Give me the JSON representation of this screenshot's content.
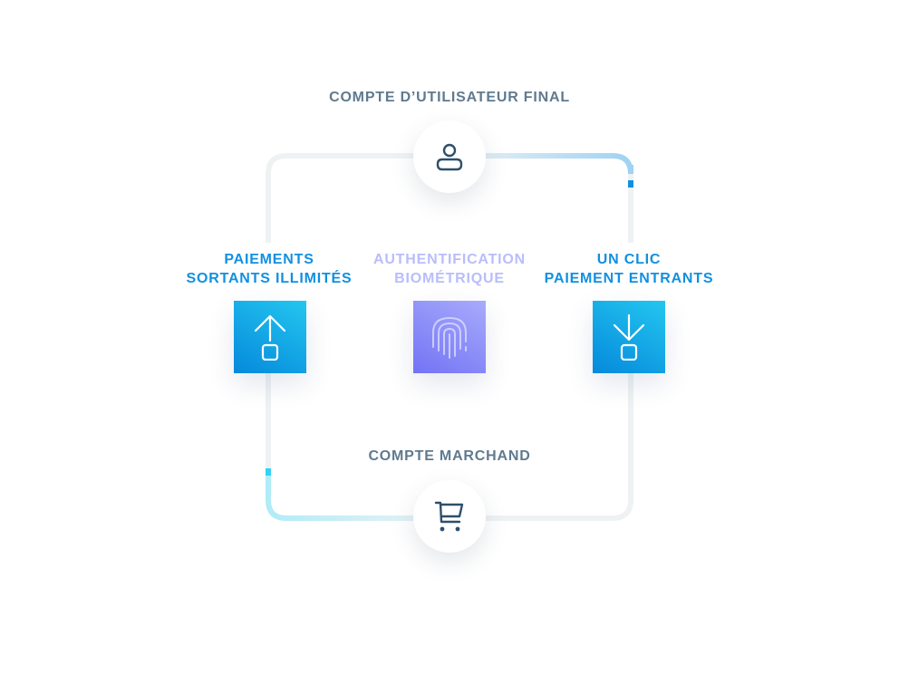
{
  "top_account": {
    "label": "COMPTE D’UTILISATEUR FINAL",
    "icon": "user-icon"
  },
  "bottom_account": {
    "label": "COMPTE MARCHAND",
    "icon": "cart-icon"
  },
  "features": [
    {
      "line1": "PAIEMENTS",
      "line2": "SORTANTS ILLIMITÉS",
      "icon": "upload-arrow-icon"
    },
    {
      "line1": "AUTHENTIFICATION",
      "line2": "BIOMÉTRIQUE",
      "icon": "fingerprint-icon"
    },
    {
      "line1": "UN CLIC",
      "line2": "PAIEMENT ENTRANTS",
      "icon": "download-arrow-icon"
    }
  ],
  "colors": {
    "blue": "#1190e0",
    "purple": "#b9bdfb",
    "slate": "#5f7a8f",
    "track": "#eef2f3"
  }
}
